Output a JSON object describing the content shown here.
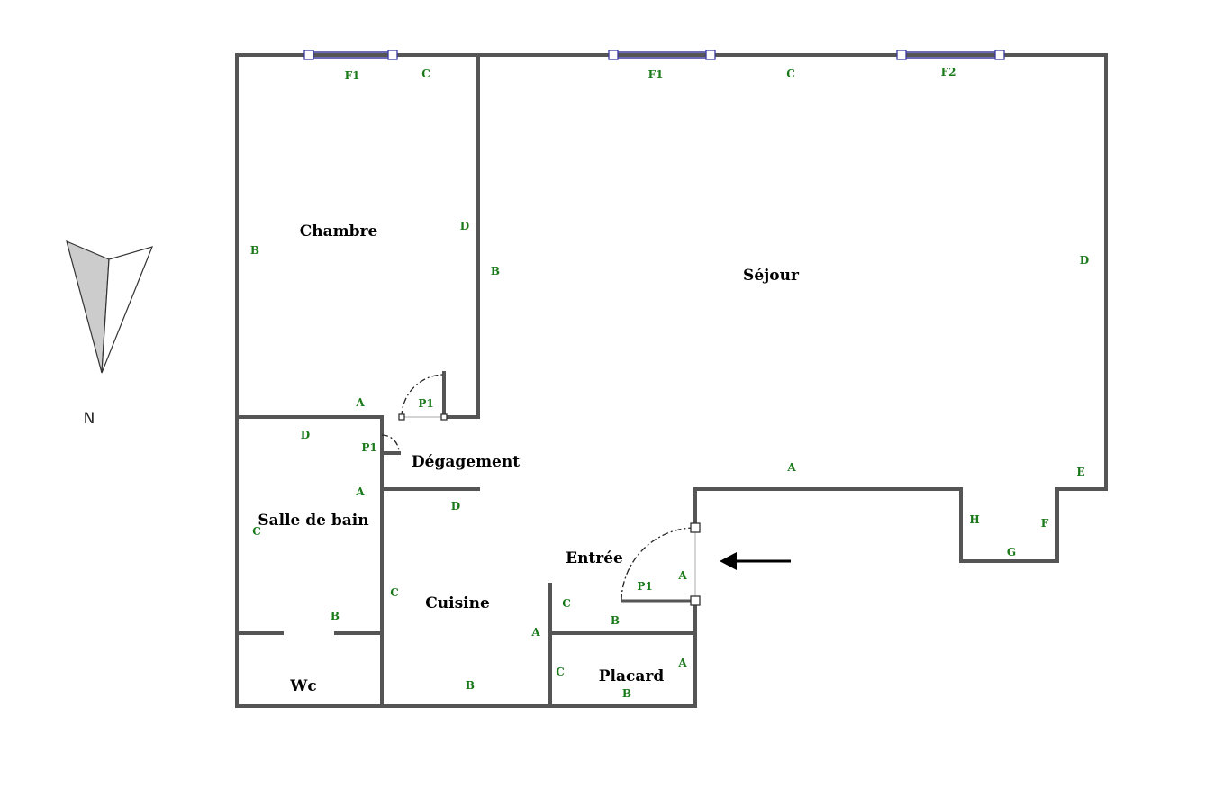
{
  "compass": {
    "label": "N"
  },
  "rooms": {
    "chambre": "Chambre",
    "sejour": "Séjour",
    "degagement": "Dégagement",
    "salle_de_bain": "Salle de bain",
    "entree": "Entrée",
    "cuisine": "Cuisine",
    "placard": "Placard",
    "wc": "Wc"
  },
  "wall_labels": {
    "chambre": [
      "F1",
      "C",
      "D",
      "B",
      "A"
    ],
    "sejour": [
      "F1",
      "C",
      "F2",
      "B",
      "D",
      "A",
      "E",
      "H",
      "F",
      "G"
    ],
    "degagement": [
      "P1",
      "A",
      "D"
    ],
    "salle_de_bain": [
      "D",
      "C",
      "B"
    ],
    "entree": [
      "P1",
      "A",
      "B",
      "C"
    ],
    "cuisine": [
      "C",
      "A",
      "B"
    ],
    "placard": [
      "C",
      "A",
      "B"
    ]
  },
  "doors": {
    "chambre": "P1",
    "salle_de_bain": "P1",
    "entree": "P1"
  }
}
